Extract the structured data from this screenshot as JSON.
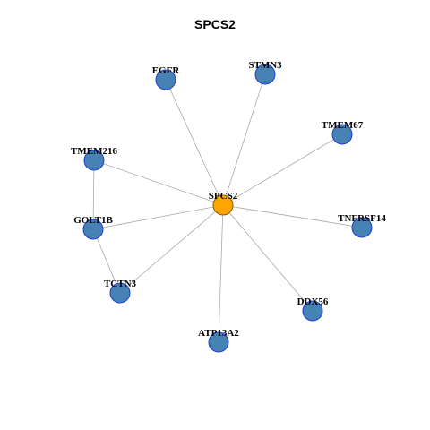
{
  "title": "SPCS2",
  "colors": {
    "hub_fill": "#FFA500",
    "hub_stroke": "#8B5A00",
    "node_fill": "#4682B4",
    "node_stroke": "#1E3ED0",
    "edge": "#A9A9A9"
  },
  "nodes": [
    {
      "id": "SPCS2",
      "label": "SPCS2",
      "hub": true
    },
    {
      "id": "EGFR",
      "label": "EGFR"
    },
    {
      "id": "STMN3",
      "label": "STMN3"
    },
    {
      "id": "TMEM67",
      "label": "TMEM67"
    },
    {
      "id": "TMEM216",
      "label": "TMEM216"
    },
    {
      "id": "GOLT1B",
      "label": "GOLT1B"
    },
    {
      "id": "TNFRSF14",
      "label": "TNFRSF14"
    },
    {
      "id": "TCTN3",
      "label": "TCTN3"
    },
    {
      "id": "DDX56",
      "label": "DDX56"
    },
    {
      "id": "ATP13A2",
      "label": "ATP13A2"
    }
  ],
  "edges": [
    [
      "SPCS2",
      "EGFR"
    ],
    [
      "SPCS2",
      "STMN3"
    ],
    [
      "SPCS2",
      "TMEM67"
    ],
    [
      "SPCS2",
      "TMEM216"
    ],
    [
      "SPCS2",
      "GOLT1B"
    ],
    [
      "SPCS2",
      "TNFRSF14"
    ],
    [
      "SPCS2",
      "TCTN3"
    ],
    [
      "SPCS2",
      "DDX56"
    ],
    [
      "SPCS2",
      "ATP13A2"
    ],
    [
      "TMEM216",
      "GOLT1B"
    ],
    [
      "GOLT1B",
      "TCTN3"
    ]
  ]
}
